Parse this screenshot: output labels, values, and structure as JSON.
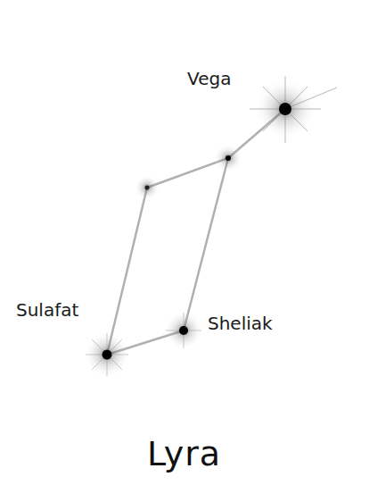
{
  "diagram": {
    "title": "Lyra",
    "labels": [
      "Vega",
      "Sulafat",
      "Sheliak"
    ]
  }
}
